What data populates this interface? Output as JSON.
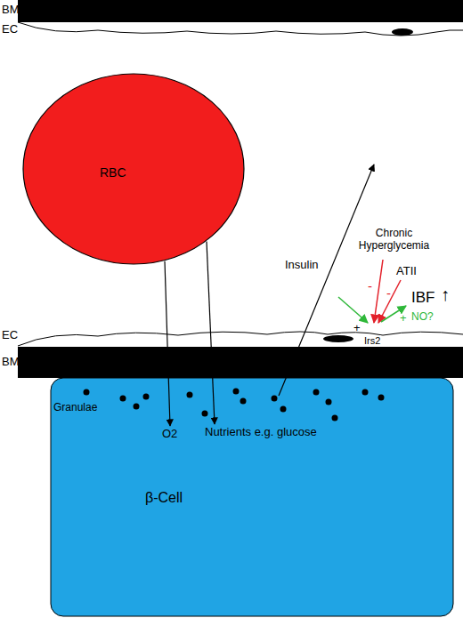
{
  "diagram": {
    "nodes": [
      {
        "text": [
          "RBC"
        ]
      },
      {
        "text": [
          "Granulae",
          "β-Cell"
        ]
      },
      {
        "text": [
          "O2"
        ],
        "in": 1
      },
      {
        "text": [
          "Nutrients e.g. glucose"
        ],
        "in": 1
      }
    ],
    "edges": [
      {
        "from": 0,
        "to": 2,
        "arrow": "to"
      },
      {
        "from": 0,
        "to": 3,
        "arrow": "to"
      }
    ],
    "labels": [
      "BM",
      "EC",
      "Insulin",
      "Chronic Hyperglycemia",
      "ATII",
      "-",
      "-",
      "IBF",
      "↑",
      "+",
      "NO?",
      "+",
      "Irs2",
      "EC",
      "BM"
    ]
  }
}
